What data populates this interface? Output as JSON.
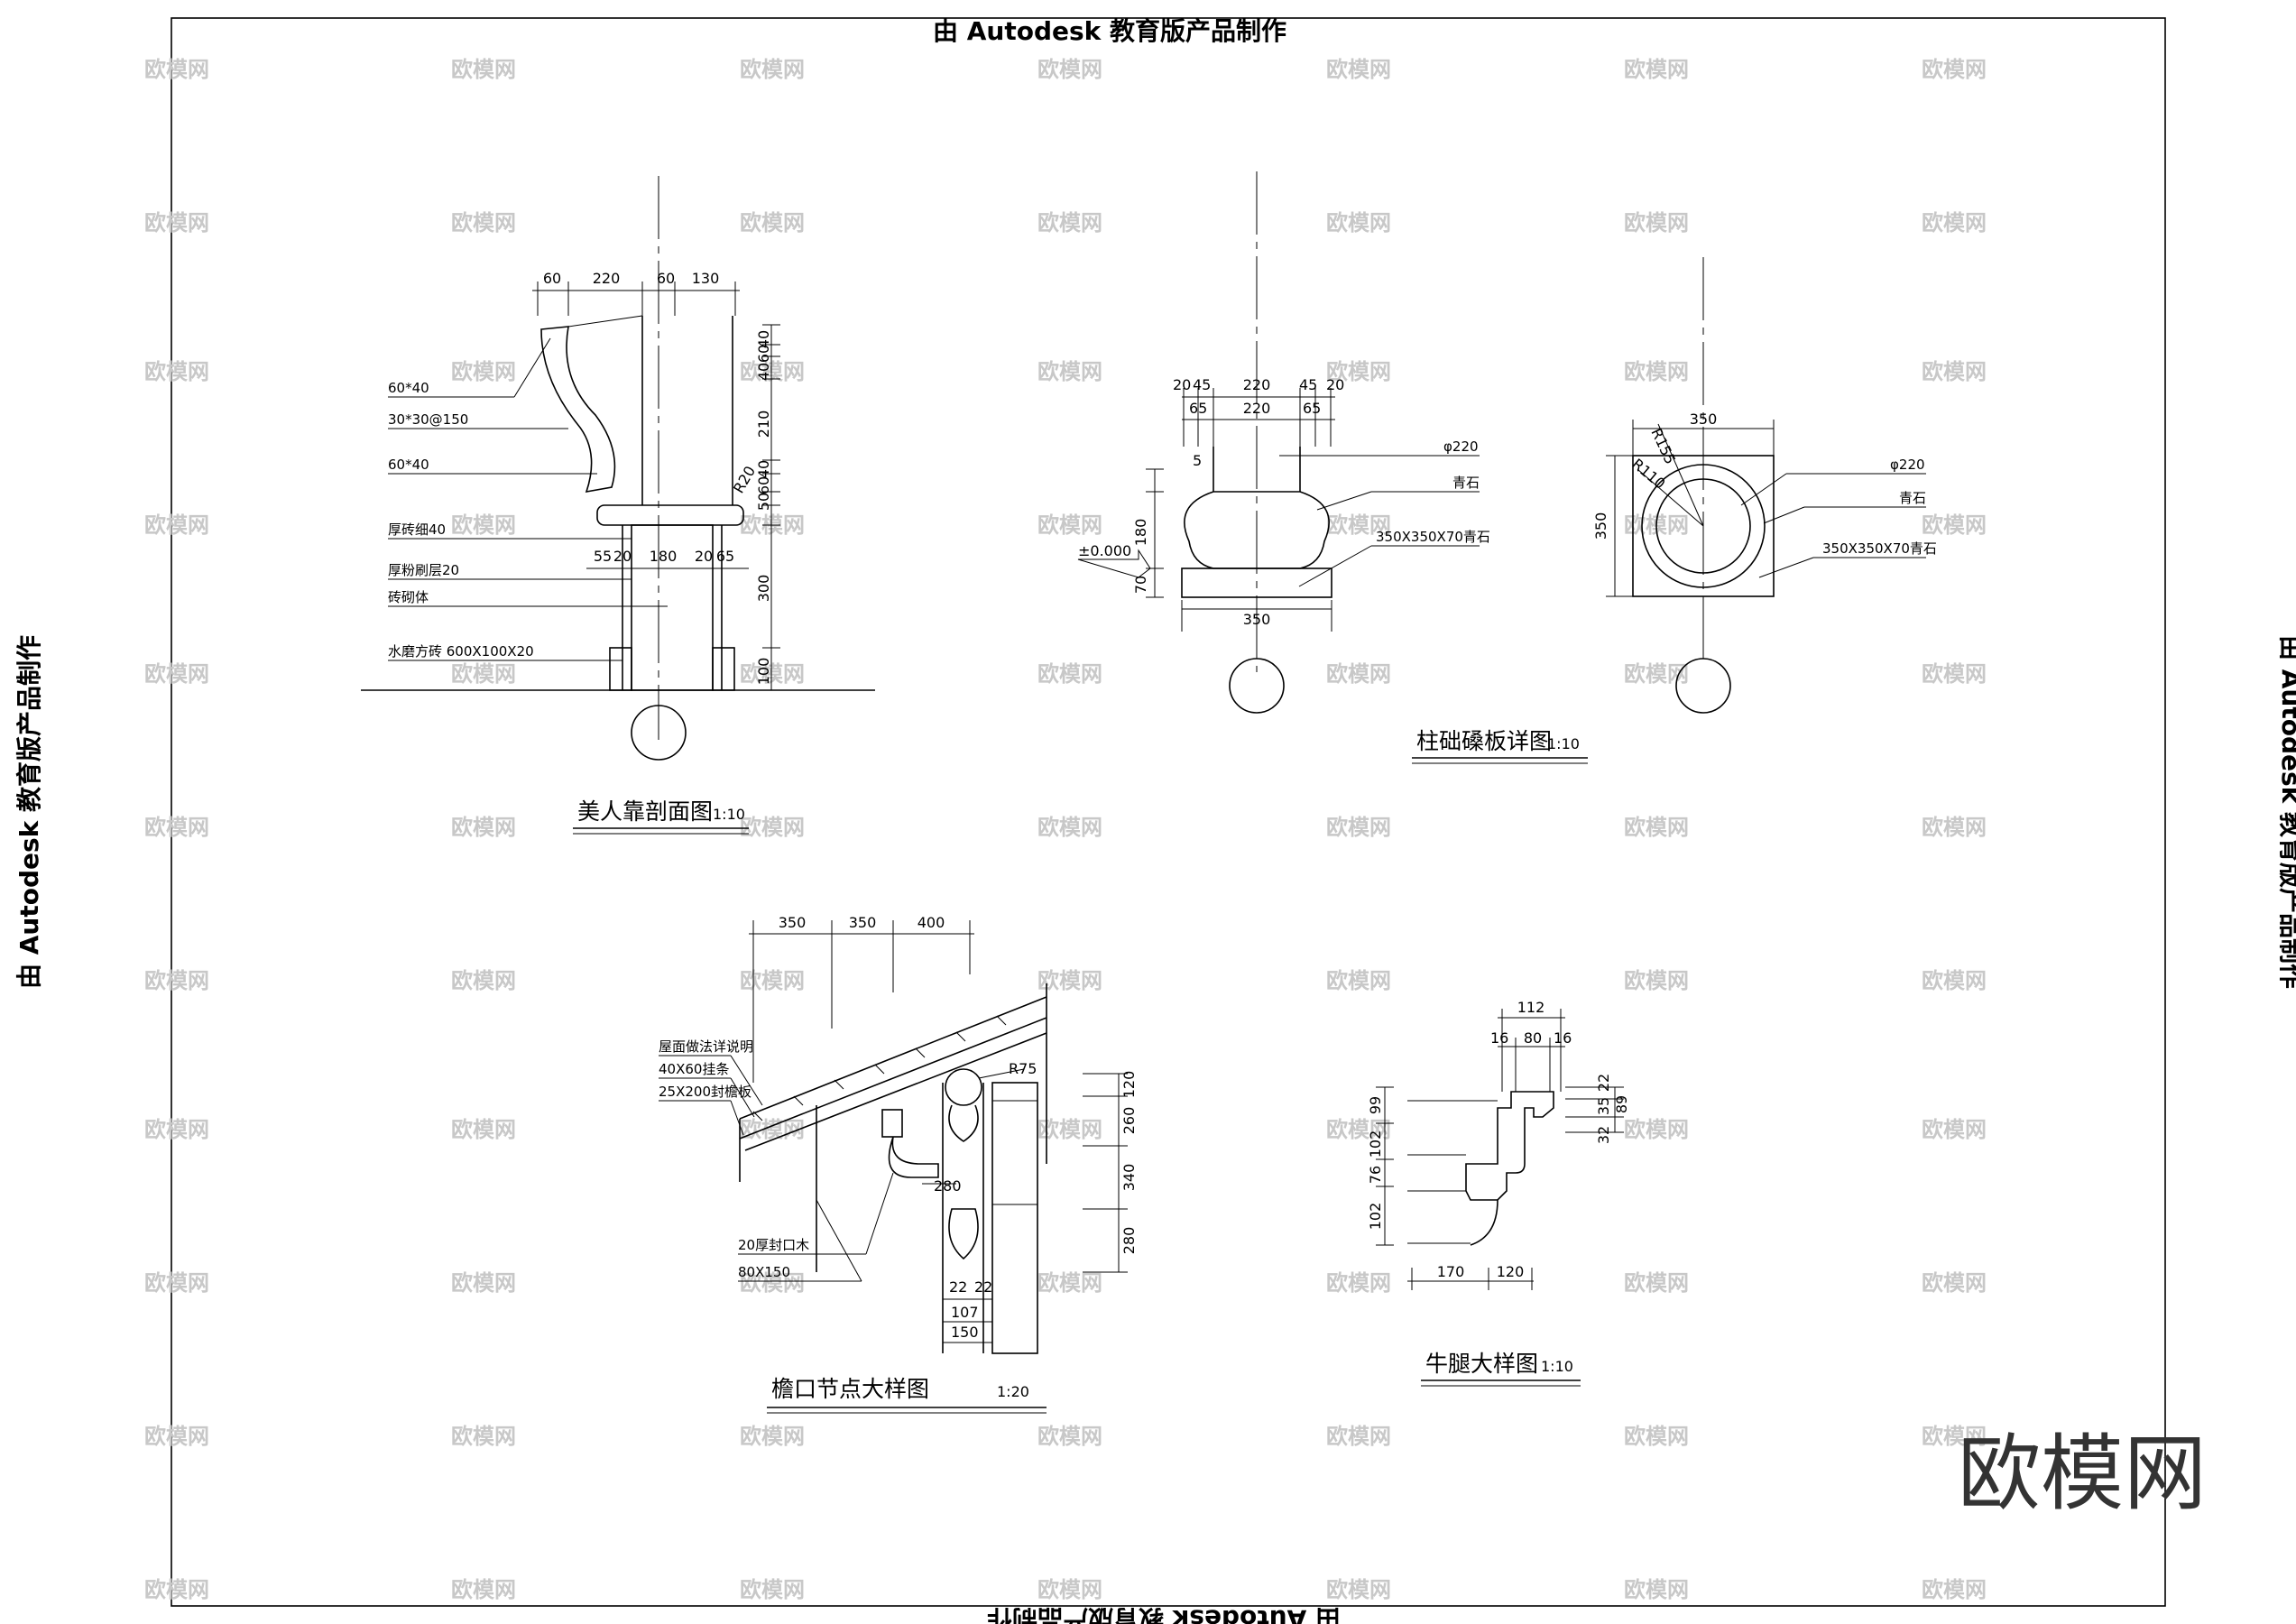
{
  "watermark": {
    "text": "欧模网"
  },
  "stamps": {
    "top": "由 Autodesk 教育版产品制作",
    "left": "由 Autodesk 教育版产品制作",
    "bottom": "由 Autodesk 教育版产品制作",
    "right": "由 Autodesk 教育版产品制作"
  },
  "views": {
    "meirenkao": {
      "title": "美人靠剖面图",
      "scale": "1:10",
      "dims_top": [
        "60",
        "220",
        "60",
        "130"
      ],
      "dims_right": [
        "40",
        "60",
        "40",
        "210",
        "40",
        "60",
        "50",
        "300",
        "100"
      ],
      "dims_base": [
        "55",
        "20",
        "180",
        "20",
        "65"
      ],
      "radius": "R20",
      "notes": [
        "60*40",
        "30*30@150",
        "60*40",
        "厚砖细40",
        "厚粉刷层20",
        "砖砌体",
        "水磨方砖 600X100X20"
      ]
    },
    "zhuchu": {
      "title": "柱础磉板详图",
      "scale": "1:10",
      "dims_top1": [
        "20",
        "45",
        "220",
        "45",
        "20"
      ],
      "dims_top2": [
        "65",
        "220",
        "65"
      ],
      "dim_bottom": "350",
      "dims_left": [
        "5",
        "180",
        "70"
      ],
      "level": "±0.000",
      "notes": [
        "φ220",
        "青石",
        "350X350X70青石"
      ]
    },
    "zhuchu_plan": {
      "dim_top": "350",
      "dim_left": "350",
      "radii": [
        "R155",
        "R110"
      ],
      "notes": [
        "φ220",
        "青石",
        "350X350X70青石"
      ]
    },
    "yankou": {
      "title": "檐口节点大样图",
      "scale": "1:20",
      "dims_top": [
        "350",
        "350",
        "400"
      ],
      "dims_right": [
        "120",
        "260",
        "340",
        "280"
      ],
      "radius": "R75",
      "dim_280": "280",
      "dims_bottom": [
        "22",
        "22",
        "107",
        "150"
      ],
      "notes": [
        "屋面做法详说明",
        "40X60挂条",
        "25X200封檐板",
        "20厚封口木",
        "80X150"
      ]
    },
    "niutui": {
      "title": "牛腿大样图",
      "scale": "1:10",
      "dims_top": [
        "112",
        "16",
        "80",
        "16"
      ],
      "dims_right": [
        "22",
        "35",
        "89",
        "32"
      ],
      "dims_left": [
        "99",
        "102",
        "76",
        "102"
      ],
      "dims_bottom": [
        "170",
        "120"
      ]
    }
  },
  "colors": {
    "line": "#000000",
    "watermark": "#c8c8c8",
    "logo": "#333333",
    "background": "#ffffff"
  }
}
